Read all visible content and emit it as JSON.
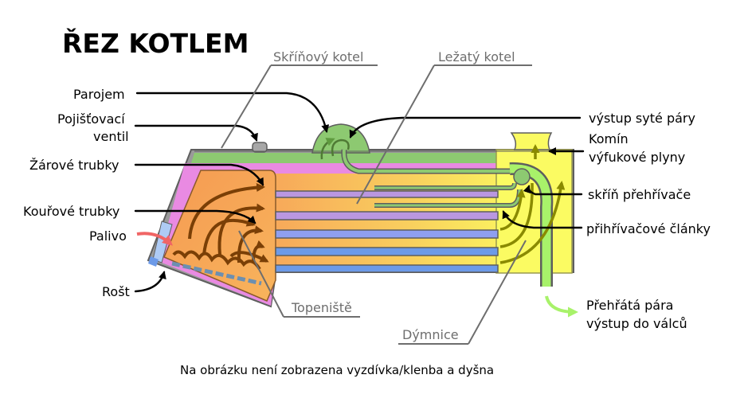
{
  "title": "ŘEZ KOTLEM",
  "labels": {
    "parojem": "Parojem",
    "pojistovaci_1": "Pojišťovací",
    "pojistovaci_2": "ventil",
    "zarove": "Žárové trubky",
    "kourove": "Kouřové trubky",
    "palivo": "Palivo",
    "rost": "Rošt",
    "skrinovy": "Skříňový kotel",
    "lezaty": "Ležatý kotel",
    "topeniste": "Topeniště",
    "dymnice": "Dýmnice",
    "vystup_pary": "výstup syté páry",
    "komin_1": "Komín",
    "komin_2": "výfukové plyny",
    "skrin_prehrivace": "skříň přehřívače",
    "prihrivacove": "přihřívačové články",
    "prehrata_1": "Přehřátá pára",
    "prehrata_2": "výstup do válců"
  },
  "note": "Na obrázku není zobrazena vyzdívka/klenba a dyšna",
  "colors": {
    "steam_green": "#8dc971",
    "water_pink": "#e98ae2",
    "fire_orange": "#f7a95a",
    "smokebox_yellow": "#fbfb62",
    "tube_blue": "#6c9ae8",
    "tube_purple": "#ba97e0",
    "flame_brown": "#7a3f06",
    "superheat_green": "#a8f26a",
    "fuel_red": "#f06565",
    "grey_label": "#6e6e6e"
  },
  "icons": [
    "safety-valve-icon",
    "steam-dome-icon",
    "chimney-icon",
    "grate-icon",
    "arrow-icon"
  ]
}
